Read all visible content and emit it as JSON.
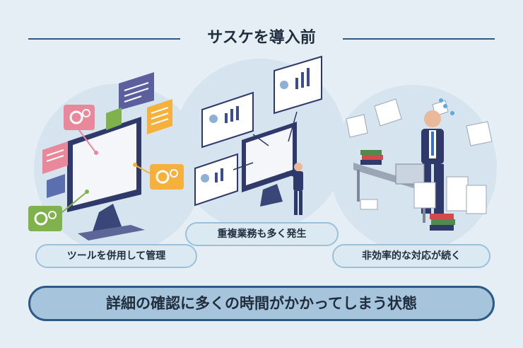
{
  "heading": {
    "title": "サスケを導入前"
  },
  "labels": {
    "tools": "ツールを併用して管理",
    "duplicate": "重複業務も多く発生",
    "inefficient": "非効率的な対応が続く"
  },
  "banner": {
    "text": "詳細の確認に多くの時間がかかってしまう状態"
  },
  "colors": {
    "background": "#e6eef5",
    "accent_navy": "#2c5a86",
    "circle": "#d5e4ef",
    "pill": "#dbe9f3",
    "banner": "#a6c5dc",
    "gear_pink": "#e8889a",
    "gear_orange": "#f5b13b",
    "gear_green": "#7fb24c",
    "bubble_purple": "#5b5f9e"
  }
}
